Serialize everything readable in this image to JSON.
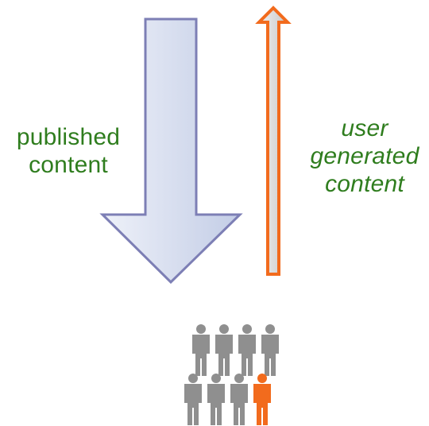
{
  "diagram": {
    "published_content": {
      "line1": "published",
      "line2": "content"
    },
    "user_generated_content": {
      "line1": "user",
      "line2": "generated",
      "line3": "content"
    },
    "colors": {
      "text_green": "#2f7d1e",
      "arrow_fill_light": "#e4e9f5",
      "arrow_fill_dark": "#c3cde6",
      "arrow_stroke": "#7d7fb5",
      "accent_orange": "#f26b1d",
      "person_gray": "#8f8f8f"
    },
    "crowd": {
      "rows": [
        {
          "people": 4
        },
        {
          "people": 4,
          "highlighted_index": 3
        }
      ]
    }
  }
}
